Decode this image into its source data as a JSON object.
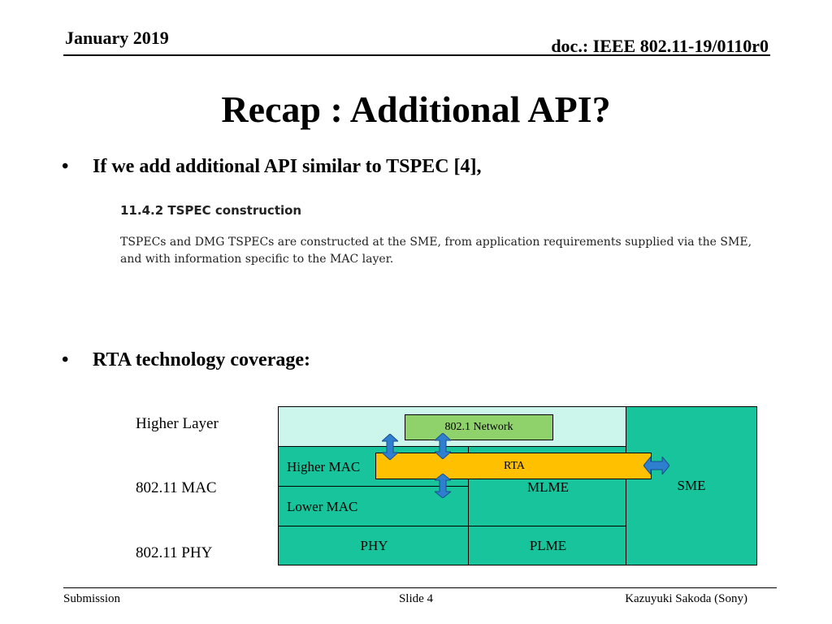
{
  "header": {
    "date": "January 2019",
    "doc_id": "doc.: IEEE 802.11-19/0110r0"
  },
  "title": "Recap : Additional API?",
  "bullets": [
    "If we add additional API similar to TSPEC [4],",
    "RTA technology coverage:"
  ],
  "bullet_glyph": "•",
  "excerpt": {
    "heading": "11.4.2 TSPEC construction",
    "body": "TSPECs and DMG TSPECs are constructed at the SME, from application requirements supplied via the SME, and with information specific to the MAC layer."
  },
  "diagram": {
    "row_labels": [
      "Higher Layer",
      "802.11 MAC",
      "802.11 PHY"
    ],
    "blocks": {
      "network": "802.1 Network",
      "higher_mac": "Higher MAC",
      "rta": "RTA",
      "mlme": "MLME",
      "sme": "SME",
      "lower_mac": "Lower MAC",
      "phy": "PHY",
      "plme": "PLME"
    },
    "colors": {
      "teal": "#17c49b",
      "pale_teal": "#ccf5ec",
      "network_green": "#8fd16a",
      "rta_orange": "#ffc000",
      "arrow_blue": "#2f7fd1"
    }
  },
  "footer": {
    "left": "Submission",
    "center": "Slide 4",
    "right": "Kazuyuki Sakoda (Sony)"
  }
}
